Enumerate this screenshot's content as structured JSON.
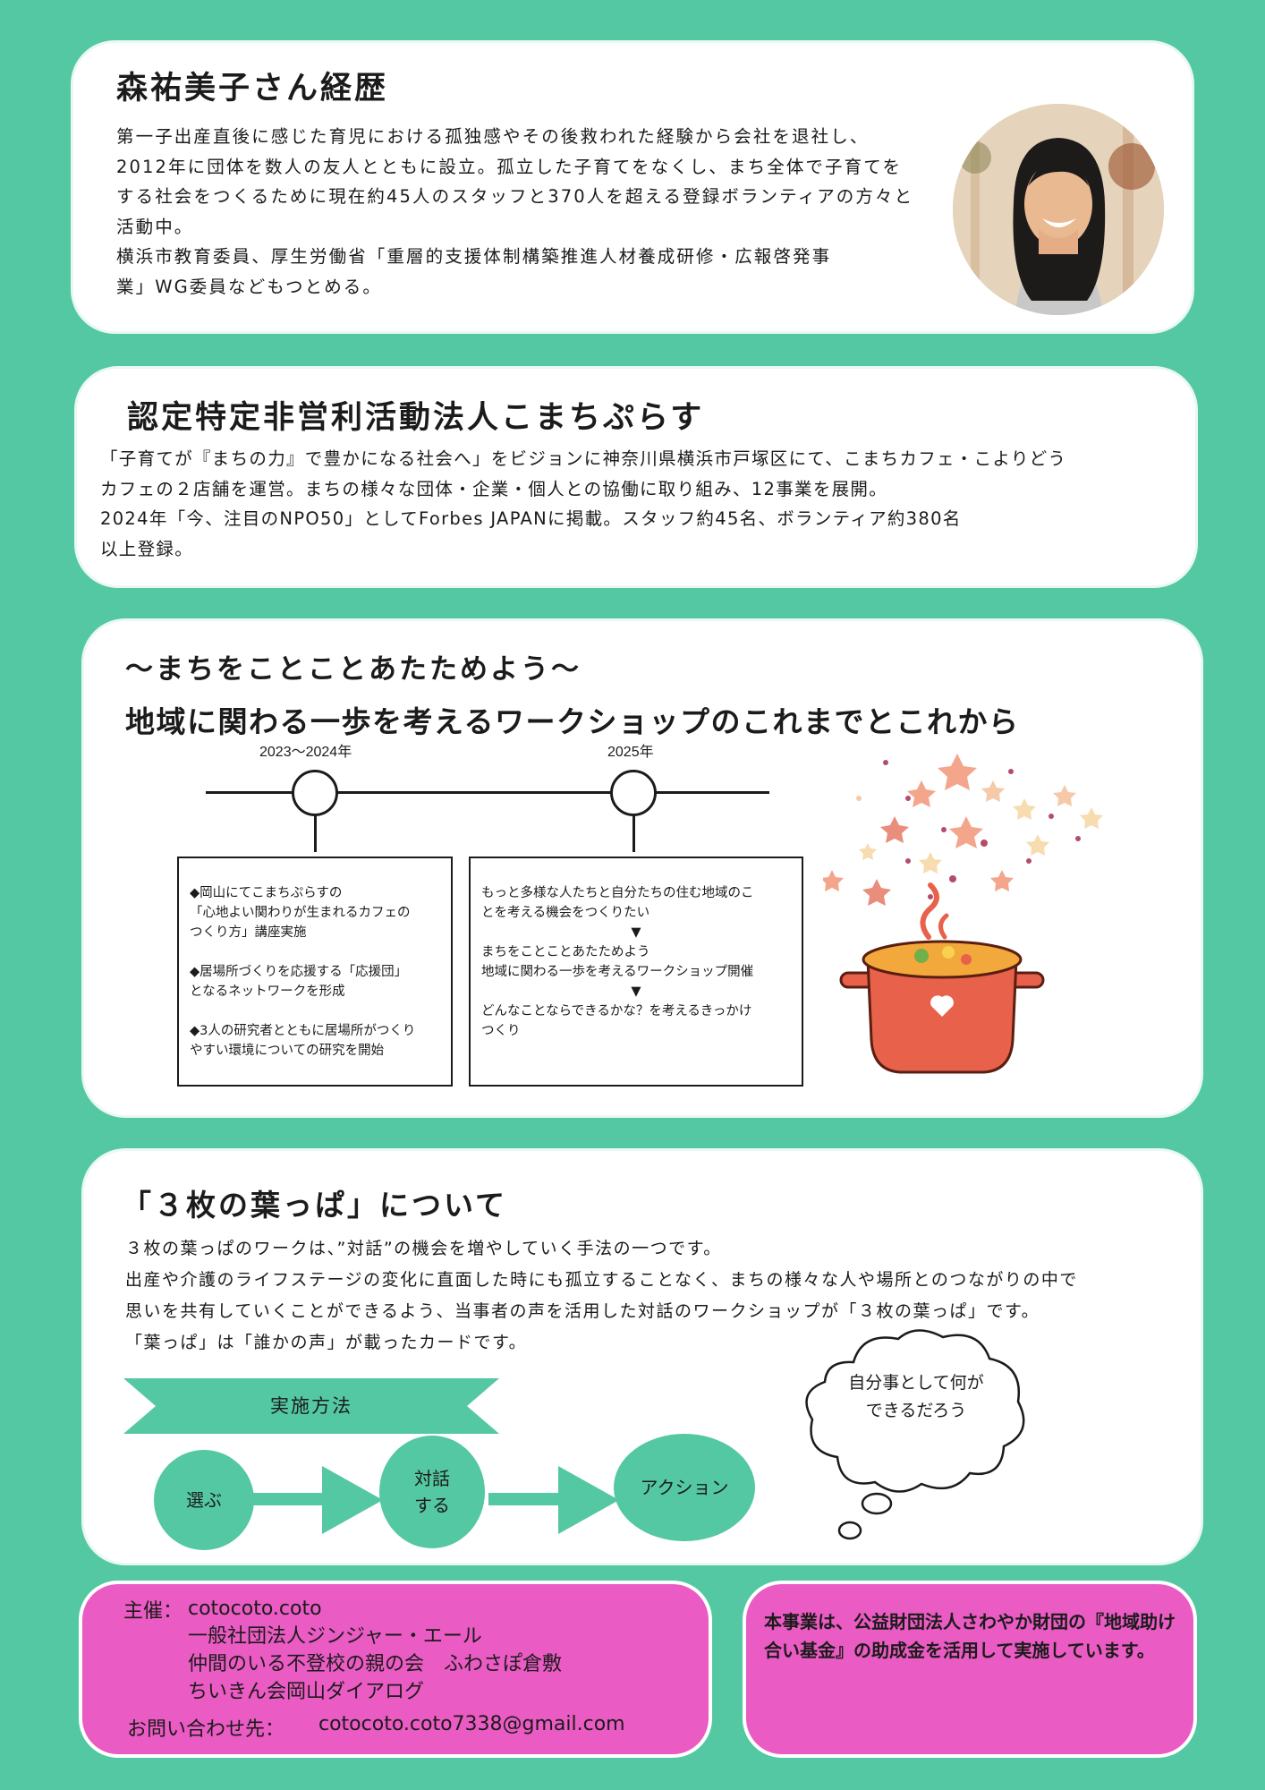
{
  "profile": {
    "title": "森祐美子さん経歴",
    "lines": [
      "第一子出産直後に感じた育児における孤独感やその後救われた経験から会社を退社し、",
      "2012年に団体を数人の友人とともに設立。孤立した子育てをなくし、まち全体で子育てを",
      "する社会をつくるために現在約45人のスタッフと370人を超える登録ボランティアの方々と",
      "活動中。",
      "横浜市教育委員、厚生労働省「重層的支援体制構築推進人材養成研修・広報啓発事",
      "業」WG委員などもつとめる。"
    ]
  },
  "org": {
    "title": "認定特定非営利活動法人こまちぷらす",
    "lines": [
      "「子育てが『まちの力』で豊かになる社会へ」をビジョンに神奈川県横浜市戸塚区にて、こまちカフェ・こよりどう",
      "カフェの２店舗を運営。まちの様々な団体・企業・個人との協働に取り組み、12事業を展開。",
      "2024年「今、注目のNPO50」としてForbes JAPANに掲載。スタッフ約45名、ボランティア約380名",
      "以上登録。"
    ]
  },
  "workshop": {
    "subtitle": "～まちをことことあたためよう～",
    "title": "地域に関わる一歩を考えるワークショップのこれまでとこれから",
    "timeline": {
      "year1": "2023～2024年",
      "year2": "2025年",
      "box1": [
        "◆岡山にてこまちぷらすの\n「心地よい関わりが生まれるカフェの\nつくり方」講座実施",
        "◆居場所づくりを応援する「応援団」\nとなるネットワークを形成",
        "◆3人の研究者とともに居場所がつくり\nやすい環境についての研究を開始"
      ],
      "box2": {
        "l1": "もっと多様な人たちと自分たちの住む地域のこ",
        "l2": "とを考える機会をつくりたい",
        "arrow1": "▼",
        "l3": "まちをことことあたためよう",
        "l4": "地域に関わる一歩を考えるワークショップ開催",
        "arrow2": "▼",
        "l5": "どんなことならできるかな？を考えるきっかけ",
        "l6": "つくり"
      }
    }
  },
  "leaves": {
    "title": "「３枚の葉っぱ」について",
    "lines": [
      "３枚の葉っぱのワークは、”対話”の機会を増やしていく手法の一つです。",
      "出産や介護のライフステージの変化に直面した時にも孤立することなく、まちの様々な人や場所とのつながりの中で",
      "思いを共有していくことができるよう、当事者の声を活用した対話のワークショップが「３枚の葉っぱ」です。",
      "「葉っぱ」は「誰かの声」が載ったカードです。"
    ],
    "method_label": "実施方法",
    "steps": [
      "選ぶ",
      "対話\nする",
      "アクション"
    ],
    "thought": "自分事として何が\nできるだろう"
  },
  "footer": {
    "host_label": "主催：",
    "hosts": [
      "cotocoto.coto",
      "一般社団法人ジンジャー・エール",
      "仲間のいる不登校の親の会　ふわさぽ倉敷",
      "ちいきん会岡山ダイアログ"
    ],
    "contact_label": "お問い合わせ先：",
    "contact_email": "cotocoto.coto7338@gmail.com",
    "notice": "本事業は、公益財団法人さわやか財団の『地域助け合い基金』の助成金を活用して実施しています。"
  },
  "colors": {
    "background": "#54c8a2",
    "accent_pink": "#ea5bc3",
    "card": "#ffffff"
  }
}
